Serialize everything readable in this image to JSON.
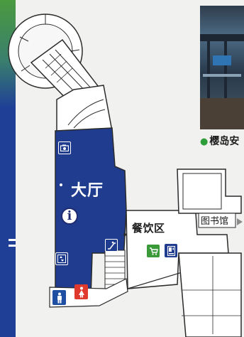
{
  "labels": {
    "hall": "大厅",
    "dining": "餐饮区",
    "library": "图书馆",
    "photo_caption": "樱岛安"
  },
  "icons": {
    "info": {
      "name": "info-icon",
      "glyph": "i"
    },
    "photo": {
      "name": "photo-spot-icon",
      "glyph": "▣"
    },
    "elevator": {
      "name": "elevator-icon",
      "glyph": "⇅"
    },
    "escalator": {
      "name": "escalator-icon",
      "glyph": "⟋"
    },
    "men": {
      "name": "mens-restroom-icon",
      "glyph": "♂"
    },
    "women": {
      "name": "womens-restroom-icon",
      "glyph": "♀"
    },
    "shop": {
      "name": "shop-icon",
      "glyph": "🛒"
    },
    "vending": {
      "name": "vending-machine-icon",
      "glyph": "▯"
    }
  },
  "colors": {
    "hall": "#1f3c8f",
    "outline": "#2b2b2b",
    "room": "#ffffff",
    "background": "#f1f1ef",
    "side_band_green": "#4a9a3f",
    "side_band_blue": "#1f3f97",
    "caption_dot": "#2f9e3a"
  }
}
